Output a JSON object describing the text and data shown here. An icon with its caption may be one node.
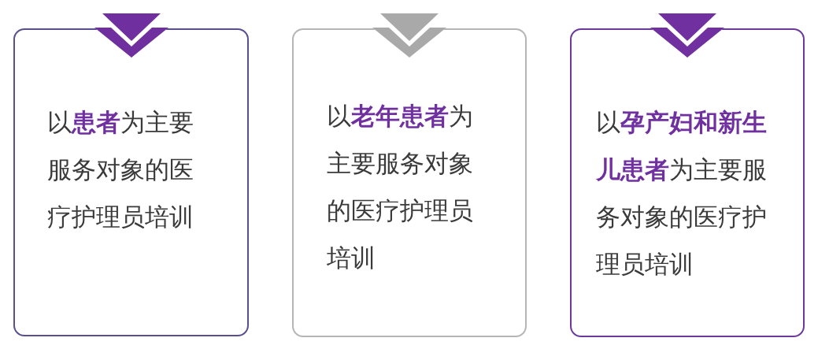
{
  "diagram": {
    "nodes": [
      {
        "text": [
          "以**患者**为主要服务对象的医疗护理员培训"
        ]
      },
      {
        "text": [
          "以**老年患者**为主要服务对象的医疗护理员培训"
        ]
      },
      {
        "text": [
          "以**孕产妇和新生儿患者**为主要服务对象的医疗护理员培训"
        ]
      }
    ]
  }
}
